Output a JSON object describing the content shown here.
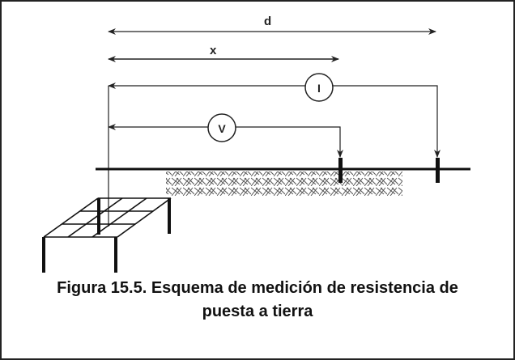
{
  "diagram": {
    "label_d": "d",
    "label_x": "x",
    "meter_current": "I",
    "meter_voltage": "V"
  },
  "caption": {
    "line1": "Figura 15.5. Esquema de medición de resistencia de",
    "line2": "puesta a tierra"
  }
}
